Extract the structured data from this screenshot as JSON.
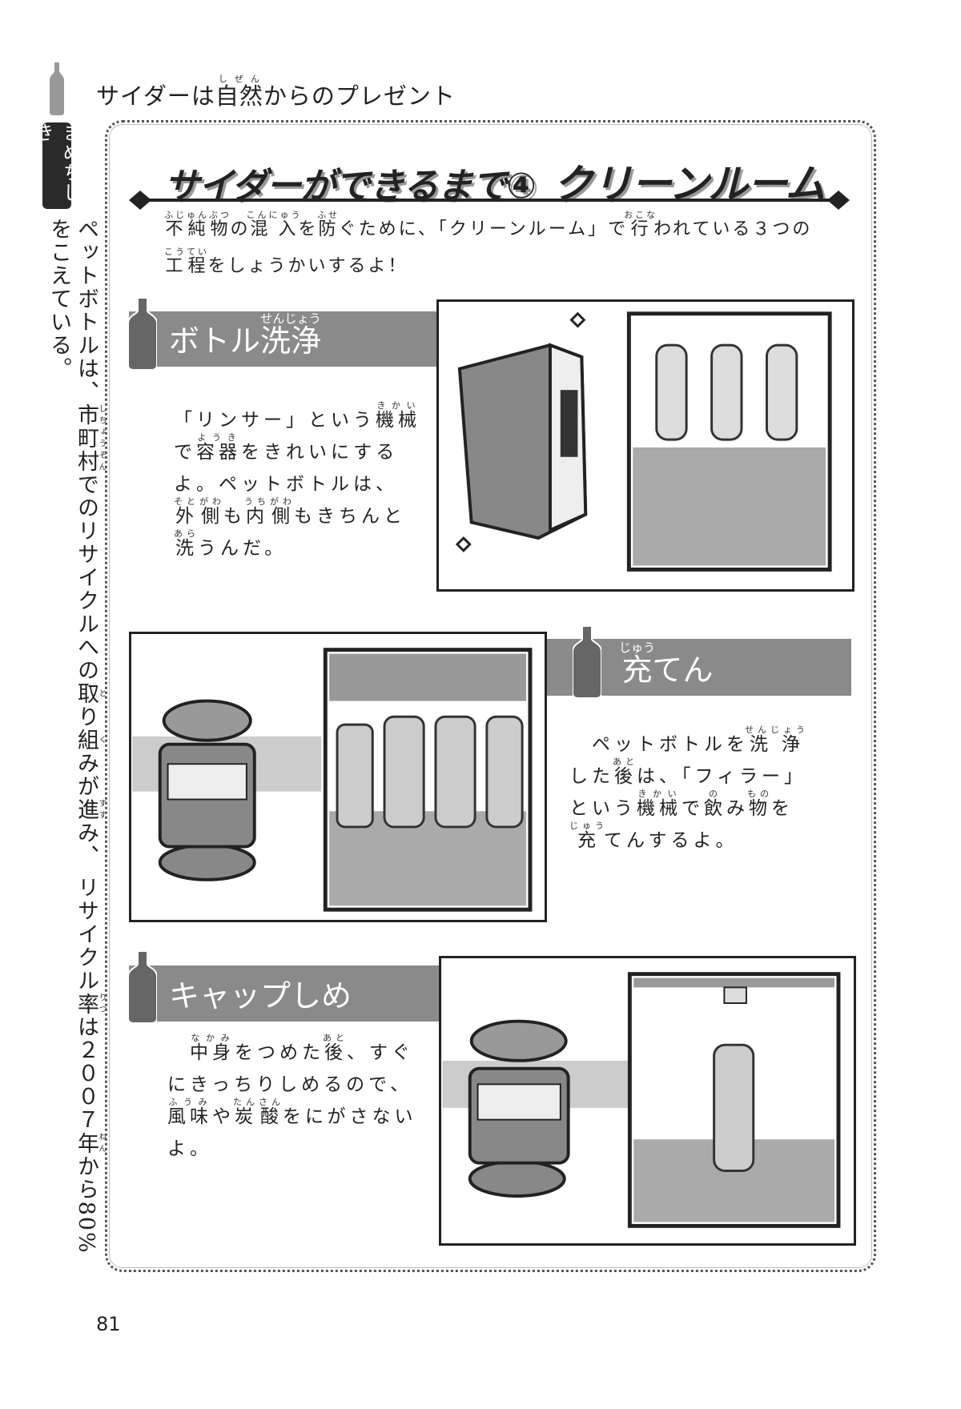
{
  "side": {
    "label": "まめちしき",
    "text": [
      [
        "ペットボトルは、",
        ""
      ],
      [
        "市町村",
        "しちょうそん"
      ],
      [
        "でのリサイクルへの",
        ""
      ],
      [
        "取",
        "と"
      ],
      [
        "り",
        ""
      ],
      [
        "組",
        "く"
      ],
      [
        "みが",
        ""
      ],
      [
        "進",
        "すす"
      ],
      [
        "み、 リサイクル",
        ""
      ],
      [
        "率",
        "りつ"
      ],
      [
        "は２００７",
        ""
      ],
      [
        "年",
        "ねん"
      ],
      [
        "から80%をこえている。",
        ""
      ]
    ]
  },
  "page_title": {
    "pre": "サイダーは",
    "kanji": "自然",
    "ruby": "しぜん",
    "post": "からのプレゼント"
  },
  "heading": {
    "main": "サイダーができるまで④",
    "sub": "クリーンルーム"
  },
  "intro": [
    [
      "不純物",
      "ふじゅんぶつ"
    ],
    [
      "の",
      ""
    ],
    [
      "混入",
      "こんにゅう"
    ],
    [
      "を",
      ""
    ],
    [
      "防",
      "ふせ"
    ],
    [
      "ぐために、「クリーンルーム」で",
      ""
    ],
    [
      "行",
      "おこな"
    ],
    [
      "われている３つの",
      ""
    ],
    [
      "工程",
      "こうてい"
    ],
    [
      "をしょうかいするよ！",
      ""
    ]
  ],
  "sections": [
    {
      "title": [
        [
          "ボトル",
          ""
        ],
        [
          "洗浄",
          "せんじょう"
        ]
      ],
      "body": [
        [
          "「リンサー」という",
          ""
        ],
        [
          "機械",
          "きかい"
        ],
        [
          "で",
          ""
        ],
        [
          "容器",
          "ようき"
        ],
        [
          "をきれいにするよ。ペットボトルは、",
          ""
        ],
        [
          "外側",
          "そとがわ"
        ],
        [
          "も",
          ""
        ],
        [
          "内側",
          "うちがわ"
        ],
        [
          "もきちんと",
          ""
        ],
        [
          "洗",
          "あら"
        ],
        [
          "うんだ。",
          ""
        ]
      ]
    },
    {
      "title": [
        [
          "充",
          "じゅう"
        ],
        [
          "てん",
          ""
        ]
      ],
      "body": [
        [
          "　ペットボトルを",
          ""
        ],
        [
          "洗浄",
          "せんじょう"
        ],
        [
          "した",
          ""
        ],
        [
          "後",
          "あと"
        ],
        [
          "は、「フィラー」という",
          ""
        ],
        [
          "機械",
          "きかい"
        ],
        [
          "で",
          ""
        ],
        [
          "飲",
          "の"
        ],
        [
          "み",
          ""
        ],
        [
          "物",
          "もの"
        ],
        [
          "を",
          ""
        ],
        [
          "充",
          "じゅう"
        ],
        [
          "てんするよ。",
          ""
        ]
      ]
    },
    {
      "title": [
        [
          "キャップしめ",
          ""
        ]
      ],
      "body": [
        [
          "　",
          ""
        ],
        [
          "中身",
          "なかみ"
        ],
        [
          "をつめた",
          ""
        ],
        [
          "後",
          "あと"
        ],
        [
          "、すぐにきっちりしめるので、",
          ""
        ],
        [
          "風味",
          "ふうみ"
        ],
        [
          "や",
          ""
        ],
        [
          "炭酸",
          "たんさん"
        ],
        [
          "をにがさないよ。",
          ""
        ]
      ]
    }
  ],
  "page_number": "81",
  "colors": {
    "banner": "#8a8a8a",
    "bottle": "#666666",
    "ink": "#222222"
  }
}
